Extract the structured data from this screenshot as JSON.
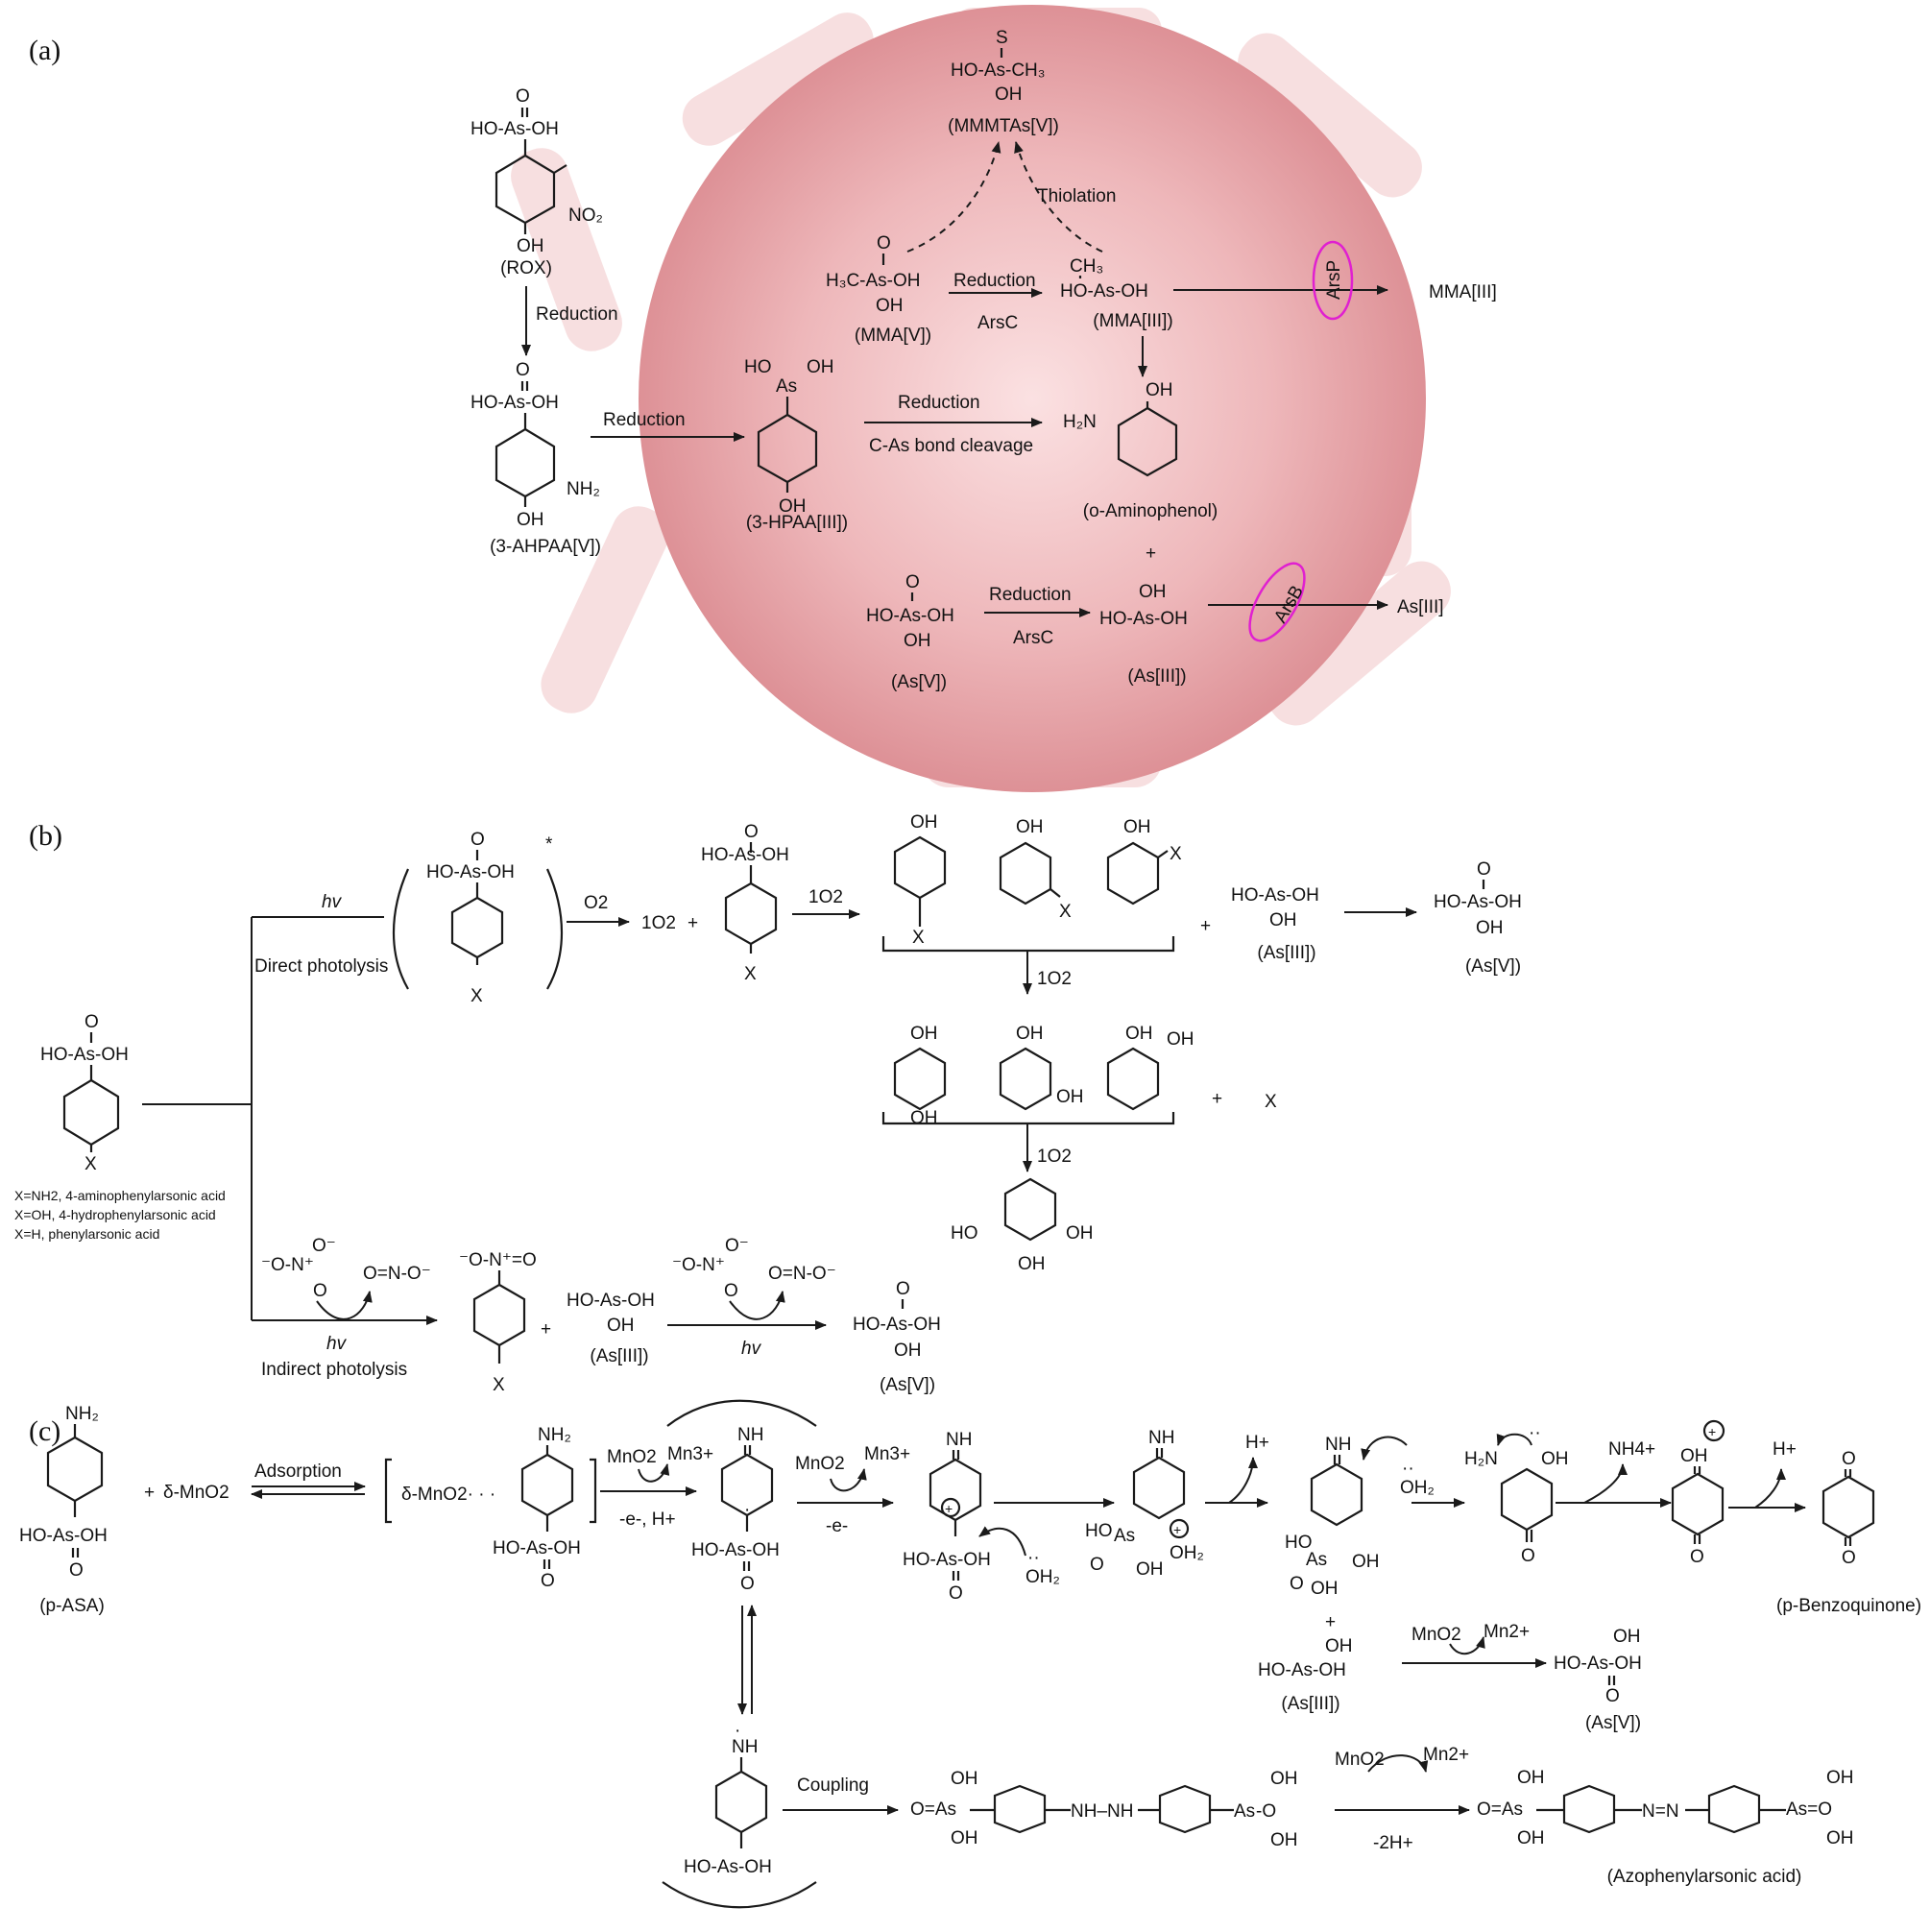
{
  "panels": {
    "a": "(a)",
    "b": "(b)",
    "c": "(c)"
  },
  "colors": {
    "cell": "#e6a3a8",
    "cell_edge": "#f3d3d5",
    "transporter": "#e020d0"
  },
  "panel_a": {
    "rox": "(ROX)",
    "ahpaa": "(3-AHPAA[V])",
    "hpaa": "(3-HPAA[III])",
    "aminophenol": "(o-Aminophenol)",
    "mmmtas": "(MMMTAs[V])",
    "mma5": "(MMA[V])",
    "mma3": "(MMA[III])",
    "as5": "(As[V])",
    "as3": "(As[III])",
    "mma3_out": "MMA[III]",
    "as3_out": "As[III]",
    "reduction": "Reduction",
    "arsc": "ArsC",
    "thiolation": "Thiolation",
    "cleavage": "C-As bond cleavage",
    "arsp": "ArsP",
    "arsb": "ArsB",
    "plus": "+"
  },
  "panel_b": {
    "legend": [
      "X=NH2, 4-aminophenylarsonic acid",
      "X=OH, 4-hydrophenylarsonic acid",
      "X=H, phenylarsonic acid"
    ],
    "hv": "hv",
    "direct": "Direct photolysis",
    "indirect": "Indirect photolysis",
    "o2": "O2",
    "singlet": "1O2",
    "as3": "(As[III])",
    "as5": "(As[V])",
    "x": "X",
    "plus": "+",
    "star": "*"
  },
  "panel_c": {
    "pasa": "(p-ASA)",
    "dmno2": "δ-MnO2",
    "adsorption": "Adsorption",
    "complex": "δ-MnO2· · ·",
    "mno2": "MnO2",
    "mn3": "Mn3+",
    "mn2": "Mn2+",
    "e_h": "-e-, H+",
    "e": "-e-",
    "h": "H+",
    "oh2": "OH2",
    "nh4": "NH4+",
    "as3": "(As[III])",
    "as5": "(As[V])",
    "benzoquinone": "(p-Benzoquinone)",
    "coupling": "Coupling",
    "minus2h": "-2H+",
    "azo": "(Azophenylarsonic acid)",
    "plus": "+"
  }
}
